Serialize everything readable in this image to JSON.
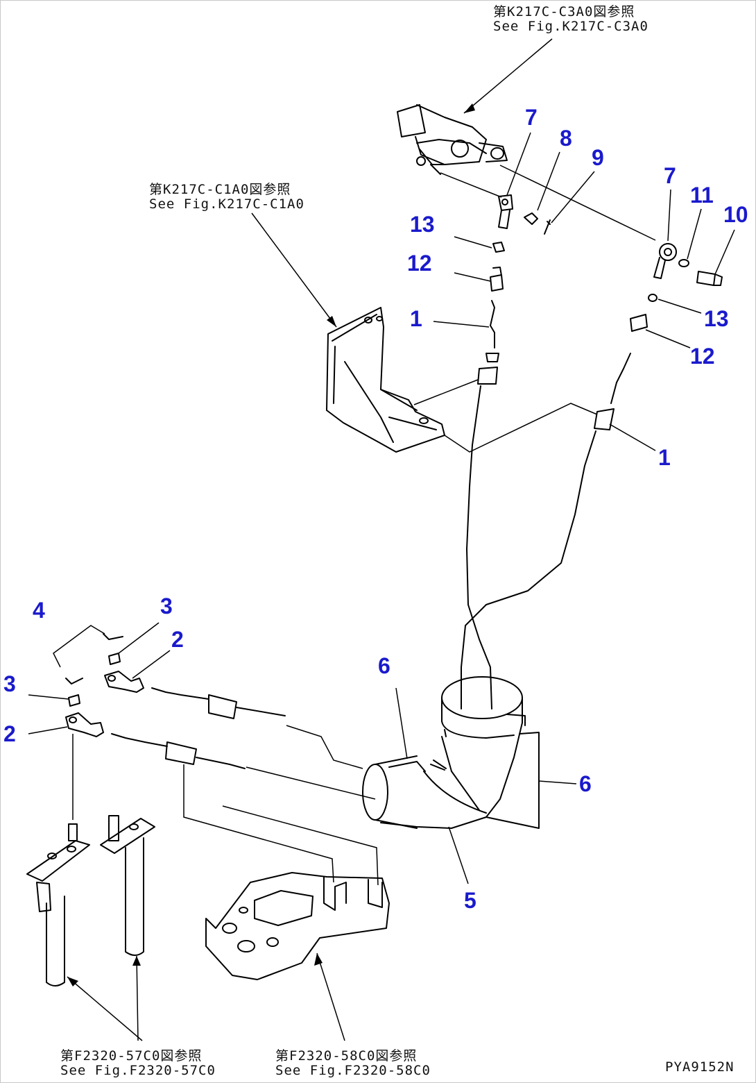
{
  "figure": {
    "drawing_code": "PYA9152N",
    "refs": {
      "top": {
        "jp": "第K217C-C3A0図参照",
        "en": "See Fig.K217C-C3A0"
      },
      "left": {
        "jp": "第K217C-C1A0図参照",
        "en": "See Fig.K217C-C1A0"
      },
      "bottom_left": {
        "jp": "第F2320-57C0図参照",
        "en": "See Fig.F2320-57C0"
      },
      "bottom_mid": {
        "jp": "第F2320-58C0図参照",
        "en": "See Fig.F2320-58C0"
      }
    },
    "callouts": {
      "c7a": "7",
      "c8": "8",
      "c9": "9",
      "c7b": "7",
      "c11": "11",
      "c10": "10",
      "c13a": "13",
      "c12a": "12",
      "c1a": "1",
      "c13b": "13",
      "c12b": "12",
      "c1b": "1",
      "c4": "4",
      "c3a": "3",
      "c2a": "2",
      "c3b": "3",
      "c2b": "2",
      "c6a": "6",
      "c6b": "6",
      "c5": "5"
    },
    "colors": {
      "callout": "#1a1acc",
      "line": "#000000"
    }
  }
}
